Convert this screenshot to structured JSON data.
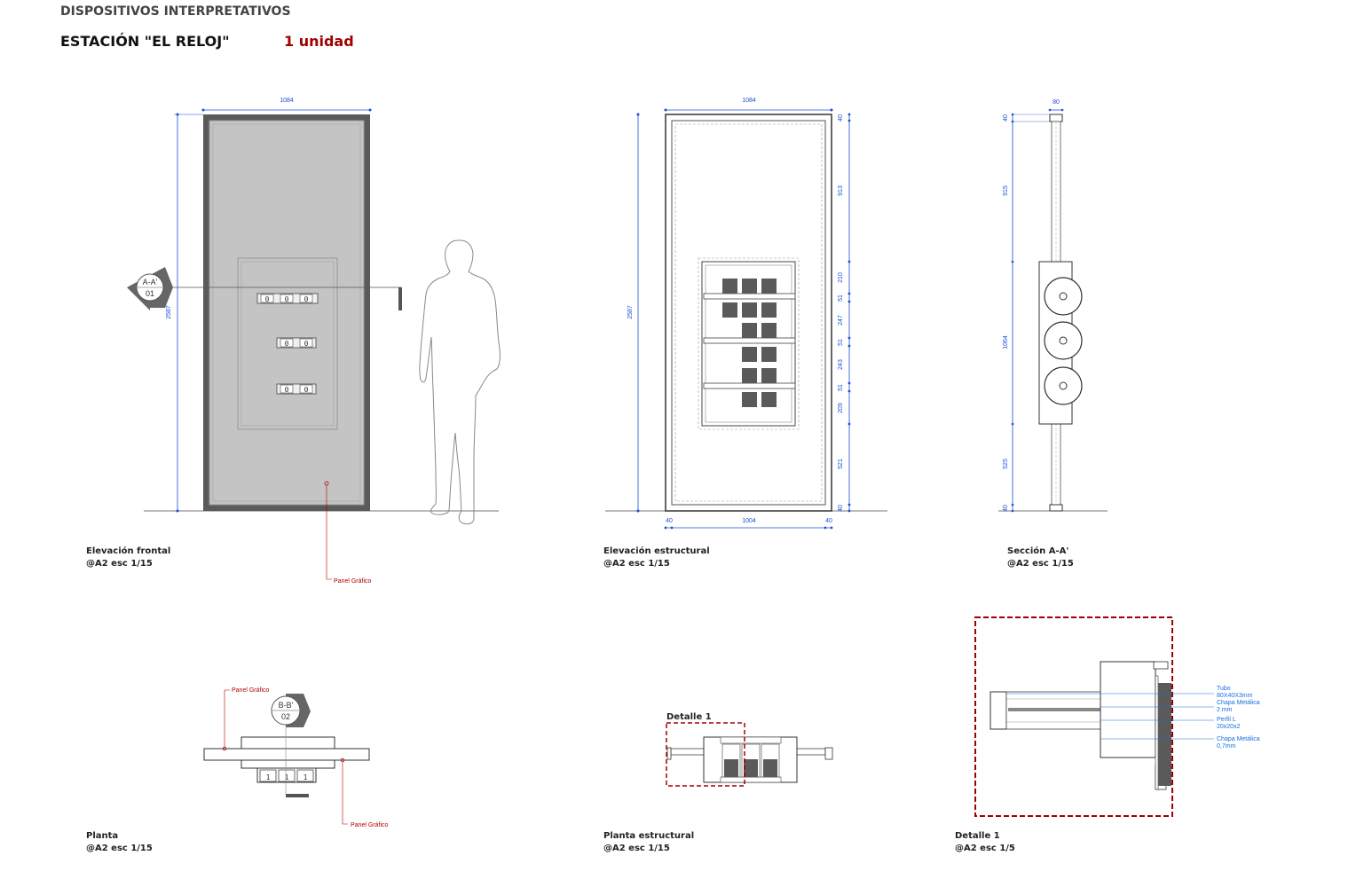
{
  "header": {
    "title": "DISPOSITIVOS INTERPRETATIVOS",
    "station": "ESTACIÓN \"EL RELOJ\"",
    "units": "1 unidad"
  },
  "colors": {
    "dimension": "#1a4fd6",
    "callout": "#b00000",
    "panel_fill": "#c4c4c4",
    "frame": "#555555",
    "block": "#5a5a5a"
  },
  "views": {
    "front": {
      "title": "Elevación frontal",
      "scale": "@A2 esc 1/15",
      "width_dim": "1084",
      "height_dim": "2587",
      "section_mark": {
        "id": "A-A'",
        "num": "01"
      },
      "callout": "Panel Gráfico",
      "digits": "0"
    },
    "structural": {
      "title": "Elevación estructural",
      "scale": "@A2 esc 1/15",
      "width_dim": "1084",
      "height_dim": "2587",
      "bottom_dims": [
        "40",
        "1004",
        "40"
      ],
      "right_dims": [
        "40",
        "913",
        "210",
        "51",
        "247",
        "51",
        "243",
        "51",
        "209",
        "521",
        "40"
      ]
    },
    "section": {
      "title": "Sección A-A'",
      "scale": "@A2 esc 1/15",
      "width_dim": "80",
      "left_dims": [
        "40",
        "915",
        "1064",
        "525",
        "40"
      ]
    },
    "plan": {
      "title": "Planta",
      "scale": "@A2 esc 1/15",
      "section_mark": {
        "id": "B-B'",
        "num": "02"
      },
      "callout_top": "Panel Gráfico",
      "callout_bottom": "Panel Gráfico",
      "digits": "1"
    },
    "plan_structural": {
      "title": "Planta estructural",
      "scale": "@A2 esc 1/15",
      "detail_label": "Detalle 1"
    },
    "detail": {
      "title": "Detalle 1",
      "scale": "@A2 esc 1/5",
      "notes": [
        {
          "lines": [
            "Tubo",
            "80X40X3mm"
          ]
        },
        {
          "lines": [
            "Chapa Metálica",
            "2 mm"
          ]
        },
        {
          "lines": [
            "Perfil L",
            "20x20x2"
          ]
        },
        {
          "lines": [
            "Chapa Metálica",
            "0,7mm"
          ]
        }
      ]
    }
  }
}
